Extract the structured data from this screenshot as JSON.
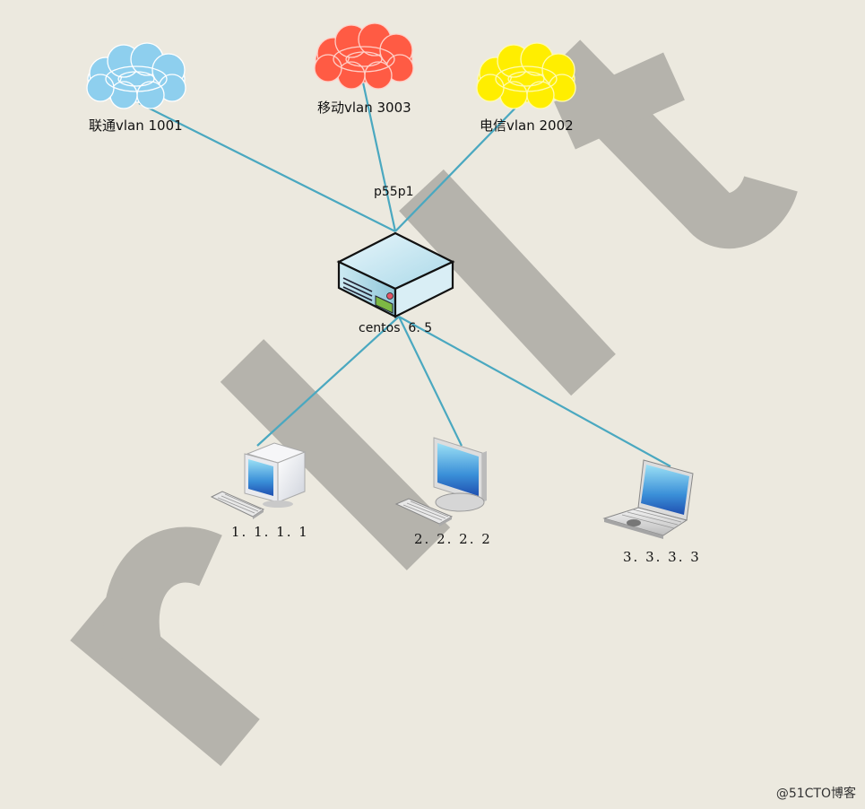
{
  "clouds": [
    {
      "id": "unicom",
      "label": "联通vlan 1001",
      "color": "#8ecfee",
      "stroke": "#ffffff"
    },
    {
      "id": "mobile",
      "label": "移动vlan 3003",
      "color": "#ff5b44",
      "stroke": "#ffd0c8"
    },
    {
      "id": "telecom",
      "label": "电信vlan 2002",
      "color": "#ffee00",
      "stroke": "#fffbb0"
    }
  ],
  "interface_label": "p55p1",
  "server": {
    "label": "centos  6. 5"
  },
  "hosts": [
    {
      "id": "host1",
      "label": "1. 1. 1. 1",
      "type": "desktop-cube"
    },
    {
      "id": "host2",
      "label": "2. 2. 2. 2",
      "type": "desktop-flat"
    },
    {
      "id": "host3",
      "label": "3. 3. 3. 3",
      "type": "laptop"
    }
  ],
  "watermark_text": "rlt",
  "credit": "@51CTO博客",
  "colors": {
    "background": "#ece9df",
    "link": "#4aa8c0",
    "watermark": "#b5b3ac"
  }
}
